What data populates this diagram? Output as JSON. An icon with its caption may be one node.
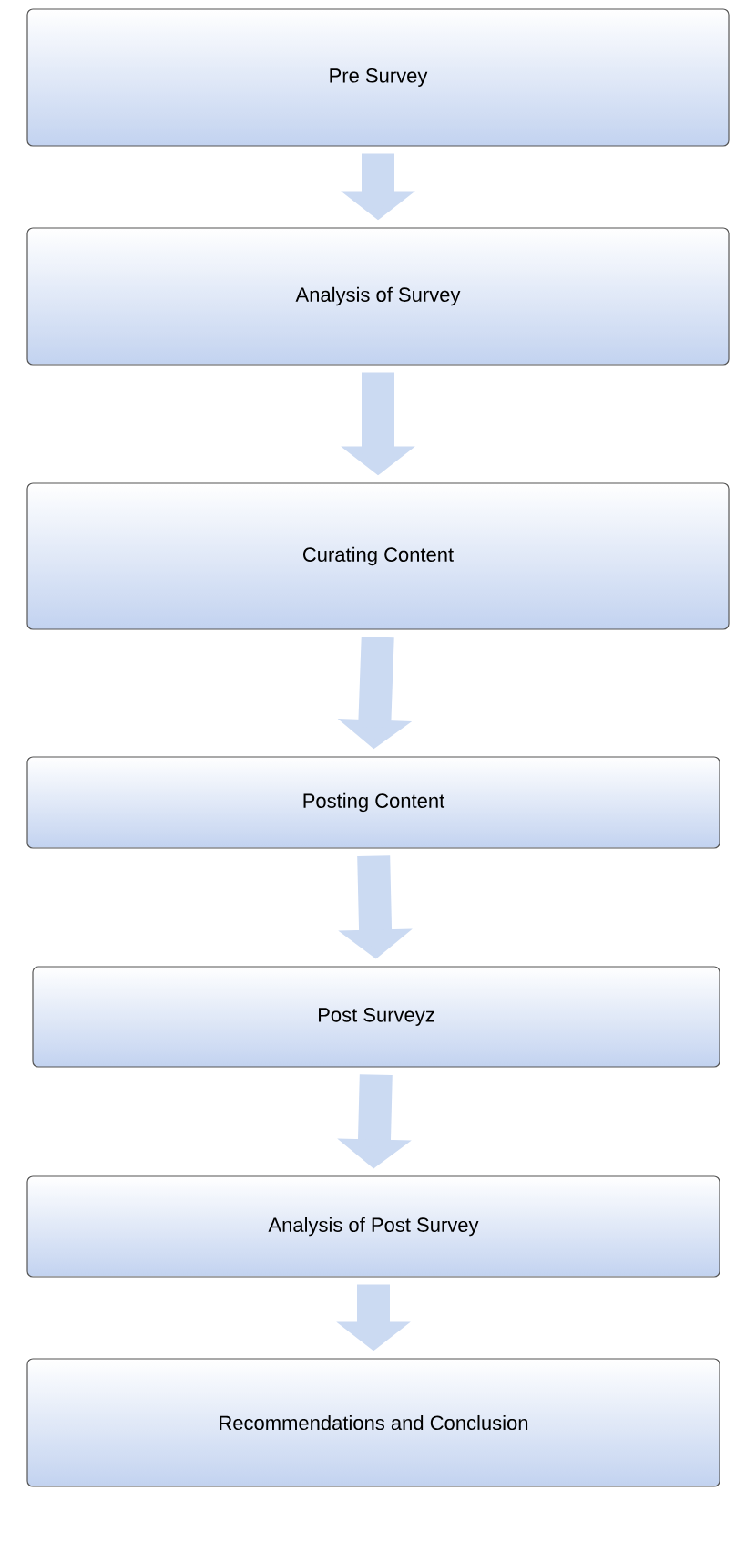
{
  "diagram": {
    "nodes": [
      {
        "text": [
          "Pre Survey"
        ]
      },
      {
        "text": [
          "Analysis of Survey"
        ]
      },
      {
        "text": [
          "Curating Content"
        ]
      },
      {
        "text": [
          "Posting Content"
        ]
      },
      {
        "text": [
          "Post Surveyz"
        ]
      },
      {
        "text": [
          "Analysis of Post Survey"
        ]
      },
      {
        "text": [
          "Recommendations and Conclusion"
        ]
      }
    ],
    "edges": [
      {
        "from": 0,
        "to": 1,
        "arrow": "to"
      },
      {
        "from": 1,
        "to": 2,
        "arrow": "to"
      },
      {
        "from": 2,
        "to": 3,
        "arrow": "to"
      },
      {
        "from": 3,
        "to": 4,
        "arrow": "to"
      },
      {
        "from": 4,
        "to": 5,
        "arrow": "to"
      },
      {
        "from": 5,
        "to": 6,
        "arrow": "to"
      }
    ]
  }
}
